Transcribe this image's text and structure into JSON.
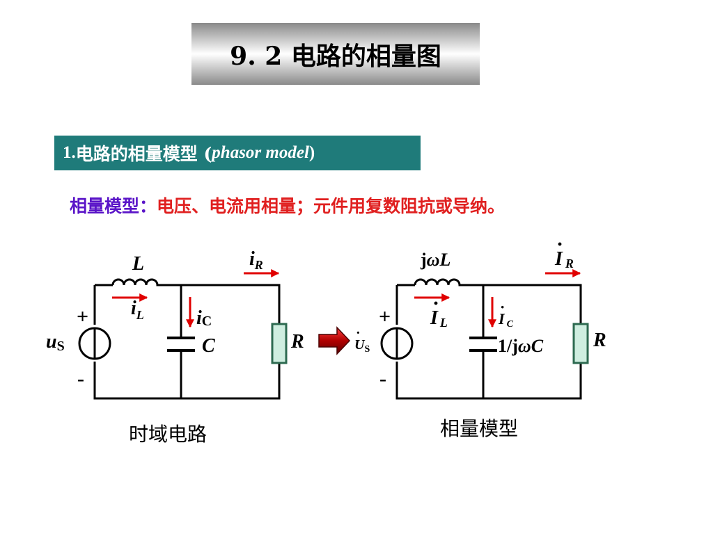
{
  "slide": {
    "title": "9. 2  电路的相量图",
    "section": {
      "number": "1. ",
      "text": "电路的相量模型 (",
      "english": "phasor model",
      "close": " )"
    },
    "definition": {
      "term": "相量模型：",
      "desc": "电压、电流用相量；元件用复数阻抗或导纳。"
    }
  },
  "time_domain": {
    "caption": "时域电路",
    "inductor": {
      "main": "L"
    },
    "capacitor": {
      "main": "C"
    },
    "resistor": {
      "main": "R"
    },
    "source": {
      "main": "u",
      "sub": "S",
      "plus": "+",
      "minus": "-"
    },
    "current_R": {
      "main": "i",
      "sub": "R"
    },
    "current_L": {
      "main": "i",
      "sub": "L"
    },
    "current_C": {
      "main": "i",
      "sub": "C"
    }
  },
  "phasor": {
    "caption": "相量模型",
    "inductor": {
      "pre": "j",
      "omega": "ω",
      "main": "L"
    },
    "capacitor": {
      "pre": "1/j",
      "omega": "ω",
      "main": "C"
    },
    "resistor": {
      "main": "R"
    },
    "source": {
      "main": "U",
      "sub": "S",
      "plus": "+",
      "minus": "-"
    },
    "current_R": {
      "main": "I",
      "sub": "R"
    },
    "current_L": {
      "main": "I",
      "sub": "L"
    },
    "current_C": {
      "main": "I",
      "sub": "C"
    },
    "dot": "·"
  },
  "colors": {
    "arrow": "#e00000",
    "resistor_fill": "#cfeee0",
    "resistor_stroke": "#2d6a50",
    "section_bg": "#1f7b7a",
    "term": "#5a14c8",
    "desc": "#e02020"
  }
}
